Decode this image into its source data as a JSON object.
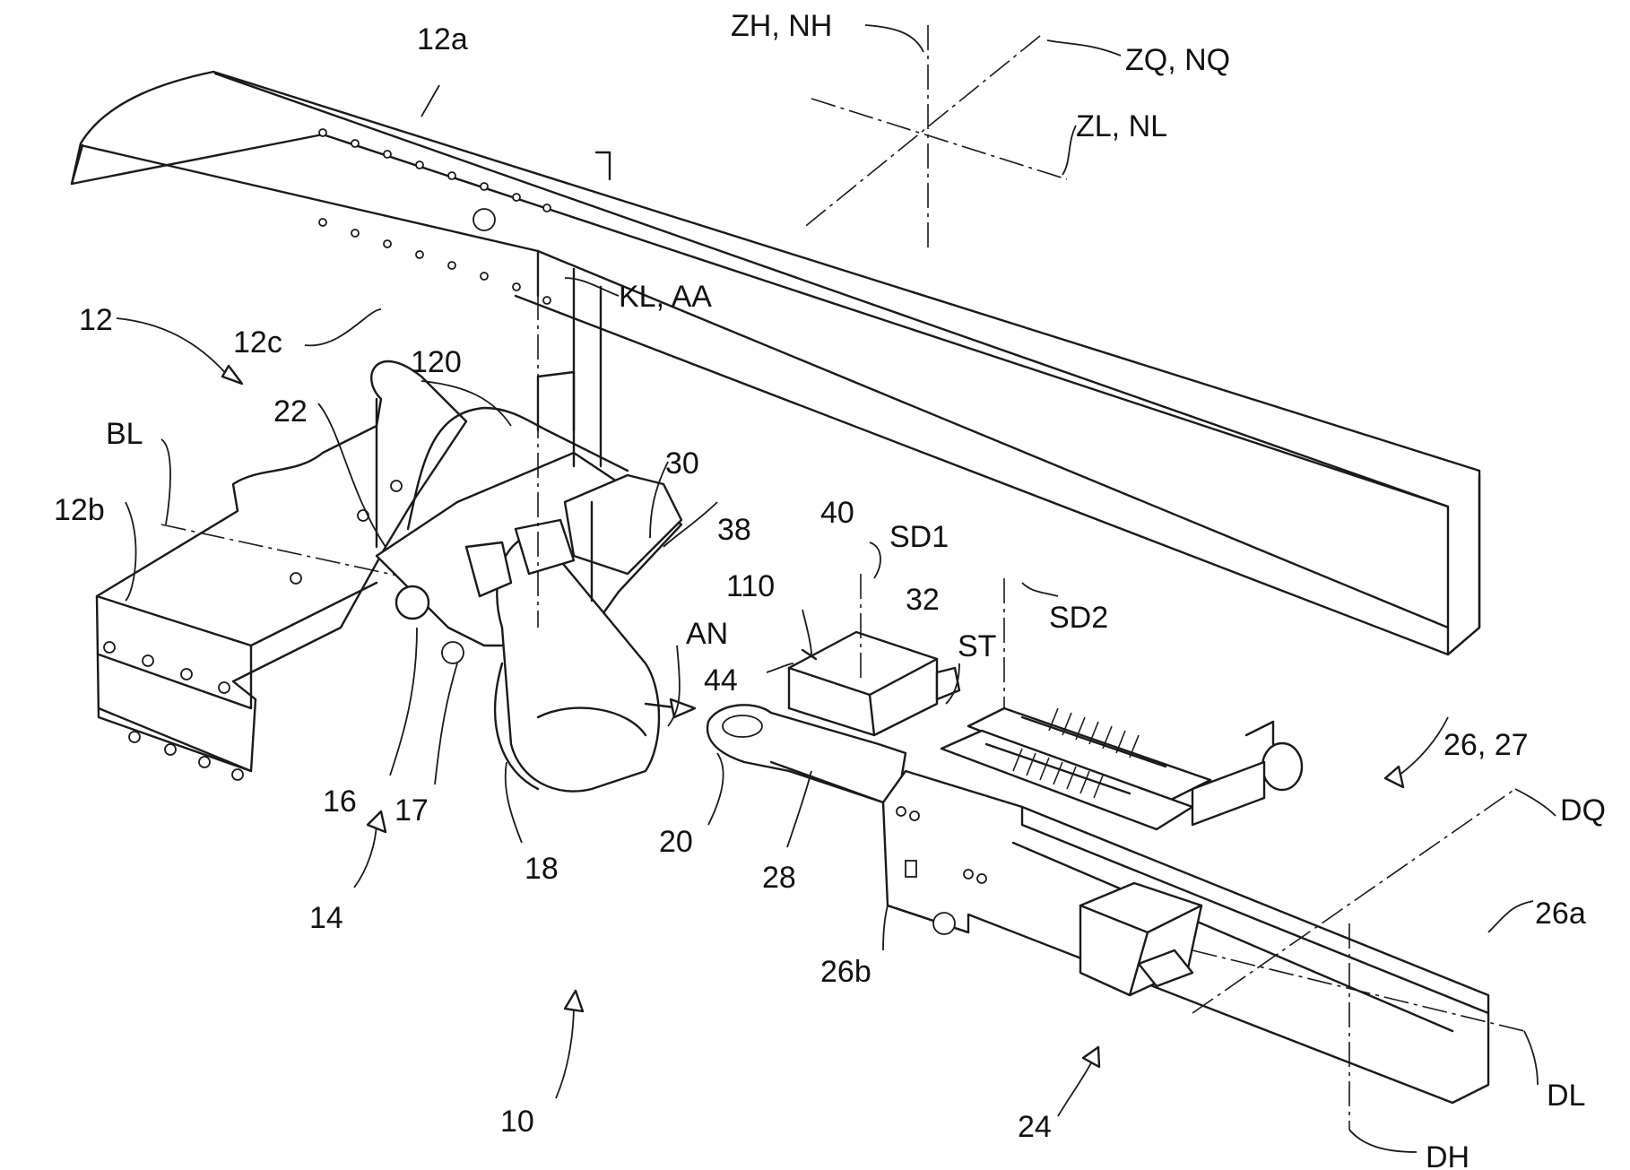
{
  "labels": {
    "l12a": "12a",
    "l12": "12",
    "l12c": "12c",
    "l12b": "12b",
    "l120": "120",
    "l22": "22",
    "lBL": "BL",
    "l30": "30",
    "l38": "38",
    "l40": "40",
    "lSD1": "SD1",
    "l110": "110",
    "l32": "32",
    "lSD2": "SD2",
    "lST": "ST",
    "lAN": "AN",
    "l44": "44",
    "l16": "16",
    "l17": "17",
    "l18": "18",
    "l14": "14",
    "l20": "20",
    "l28": "28",
    "l26_27": "26, 27",
    "lDQ": "DQ",
    "l26a": "26a",
    "l26b": "26b",
    "l24": "24",
    "lDL": "DL",
    "lDH": "DH",
    "l10": "10",
    "lZH_NH": "ZH, NH",
    "lZQ_NQ": "ZQ, NQ",
    "lZL_NL": "ZL, NL",
    "lKL_AA": "KL, AA"
  }
}
